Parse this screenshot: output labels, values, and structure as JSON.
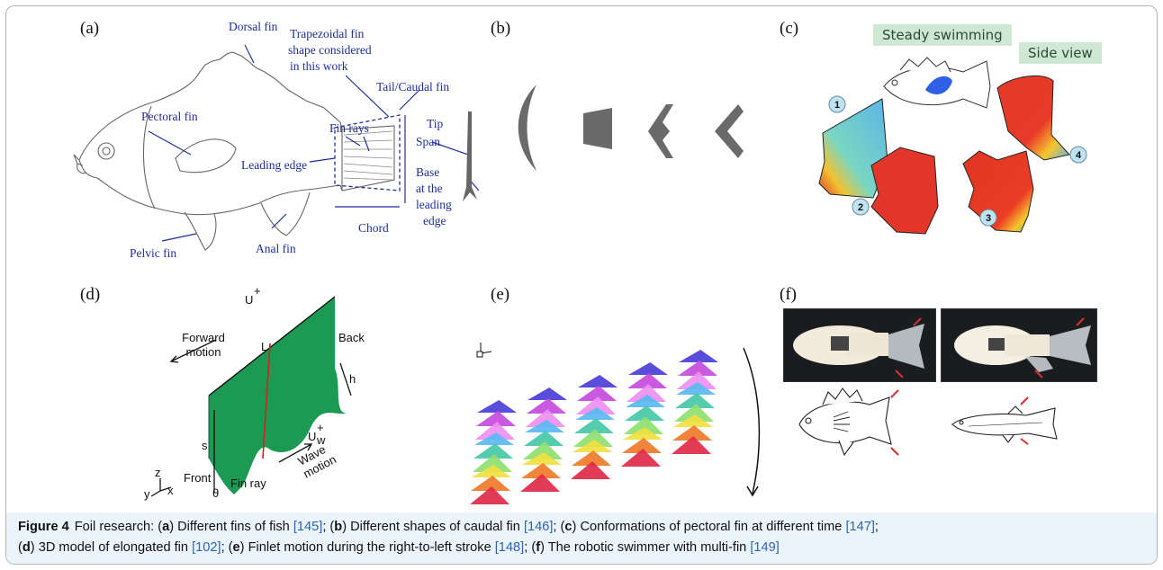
{
  "figure": {
    "panels": {
      "a": {
        "label": "(a)",
        "annotations": {
          "dorsal_fin": "Dorsal fin",
          "trap_line1": "Trapezoidal fin",
          "trap_line2": "shape considered",
          "trap_line3": "in this work",
          "tail": "Tail/Caudal fin",
          "pectoral": "Pectoral fin",
          "fin_rays": "Fin rays",
          "leading_edge": "Leading edge",
          "tip": "Tip",
          "span": "Span",
          "base1": "Base",
          "base2": "at the",
          "base3": "leading",
          "base4": "edge",
          "chord": "Chord",
          "pelvic": "Pelvic fin",
          "anal": "Anal fin"
        }
      },
      "b": {
        "label": "(b)"
      },
      "c": {
        "label": "(c)",
        "steady": "Steady swimming",
        "side_view": "Side view",
        "markers": [
          "1",
          "2",
          "3",
          "4"
        ]
      },
      "d": {
        "label": "(d)",
        "u_plus": "U",
        "u_sup": "+",
        "forward1": "Forward",
        "forward2": "motion",
        "L": "L",
        "back": "Back",
        "h": "h",
        "s": "s",
        "uw": "U",
        "uw_sub": "w",
        "uw_sup": "+",
        "wave1": "Wave",
        "wave2": "motion",
        "front": "Front",
        "fin_ray": "Fin ray",
        "theta": "θ",
        "axis_x": "x",
        "axis_y": "y",
        "axis_z": "z"
      },
      "e": {
        "label": "(e)"
      },
      "f": {
        "label": "(f)"
      }
    },
    "caption": {
      "figure_label": "Figure 4",
      "text_intro": "Foil research: (",
      "a": "a",
      "t_a": ") Different fins of fish ",
      "ref_a": "[145]",
      "t_a2": "; (",
      "b": "b",
      "t_b": ") Different shapes of caudal fin ",
      "ref_b": "[146]",
      "t_b2": "; (",
      "c": "c",
      "t_c": ") Conformations of pectoral fin at different time ",
      "ref_c": "[147]",
      "t_c2": ";",
      "t_d0": "(",
      "d": "d",
      "t_d": ") 3D model of elongated fin ",
      "ref_d": "[102]",
      "t_d2": "; (",
      "e": "e",
      "t_e": ") Finlet motion during the right-to-left stroke ",
      "ref_e": "[148]",
      "t_e2": "; (",
      "f": "f",
      "t_f": ") The robotic swimmer with multi-fin ",
      "ref_f": "[149]"
    },
    "colors": {
      "annotation_blue": "#1f2f9a",
      "fin_green": "#1a9a52",
      "caption_band": "#eaf4fa",
      "ref_blue": "#2e63b8"
    }
  }
}
